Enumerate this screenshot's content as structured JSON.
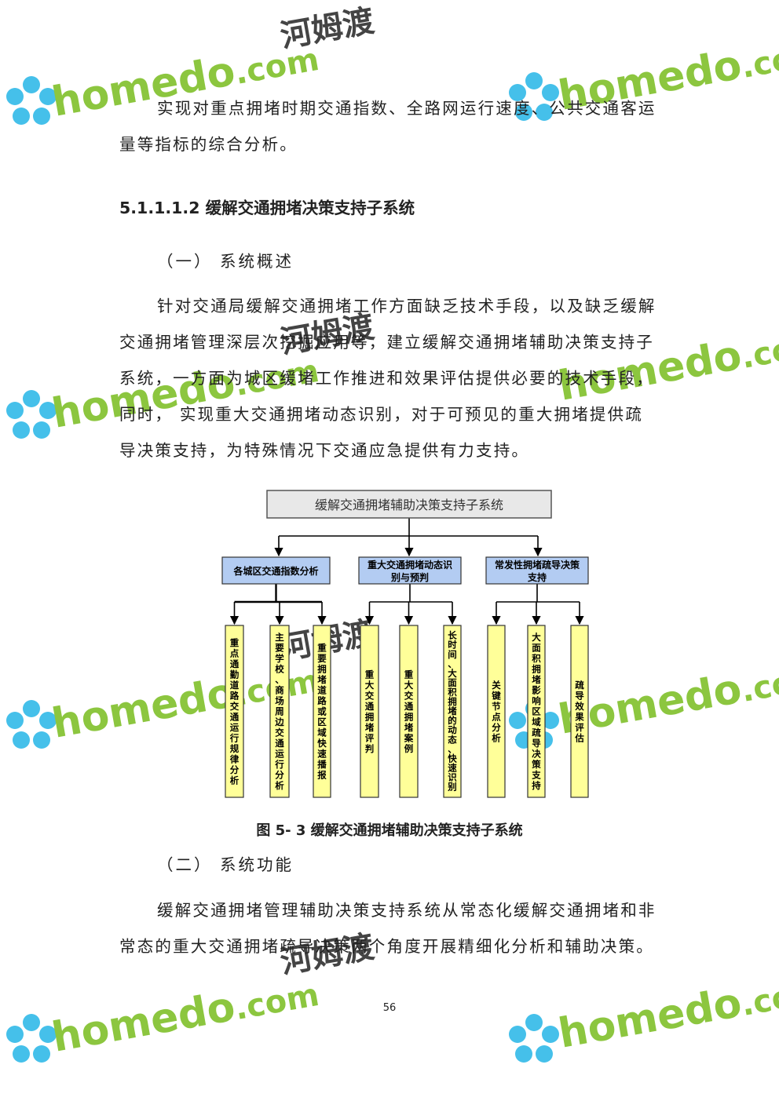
{
  "body": {
    "para1": "实现对重点拥堵时期交通指数、全路网运行速度、公共交通客运量等指标的综合分析。",
    "heading": "5.1.1.1.2 缓解交通拥堵决策支持子系统",
    "sub1": "（一） 系统概述",
    "para2": "针对交通局缓解交通拥堵工作方面缺乏技术手段，以及缺乏缓解交通拥堵管理深层次挖掘应用等，建立缓解交通拥堵辅助决策支持子系统，一方面为城区缓堵工作推进和效果评估提供必要的技术手段，同时， 实现重大交通拥堵动态识别，对于可预见的重大拥堵提供疏导决策支持，为特殊情况下交通应急提供有力支持。",
    "caption": "图 5- 3 缓解交通拥堵辅助决策支持子系统",
    "sub2": "（二） 系统功能",
    "para3": "缓解交通拥堵管理辅助决策支持系统从常态化缓解交通拥堵和非常态的重大交通拥堵疏导决策两个角度开展精细化分析和辅助决策。",
    "page_number": "56"
  },
  "diagram": {
    "root": "缓解交通拥堵辅助决策支持子系统",
    "branches": [
      {
        "label": "各城区交通指数分析",
        "leaves": [
          "重点通勤道路交通运行规律分析",
          "主要学校、商场周边交通运行分析",
          "重要拥堵道路或区域快速播报"
        ]
      },
      {
        "label": "重大交通拥堵动态识别与预判",
        "leaves": [
          "重大交通拥堵评判",
          "重大交通拥堵案例",
          "长时间、大面积拥堵的动态、快速识别"
        ]
      },
      {
        "label": "常发性拥堵疏导决策支持",
        "leaves": [
          "关键节点分析",
          "大面积拥堵影响区域疏导决策支持",
          "疏导效果评估"
        ]
      }
    ],
    "colors": {
      "root_fill": "#e8e8e8",
      "branch_fill": "#b3ccf2",
      "leaf_fill": "#ffff99",
      "line": "#000000"
    }
  },
  "watermark": {
    "brand": "homedo",
    "suffix": ".com",
    "cn": "河姆渡"
  }
}
